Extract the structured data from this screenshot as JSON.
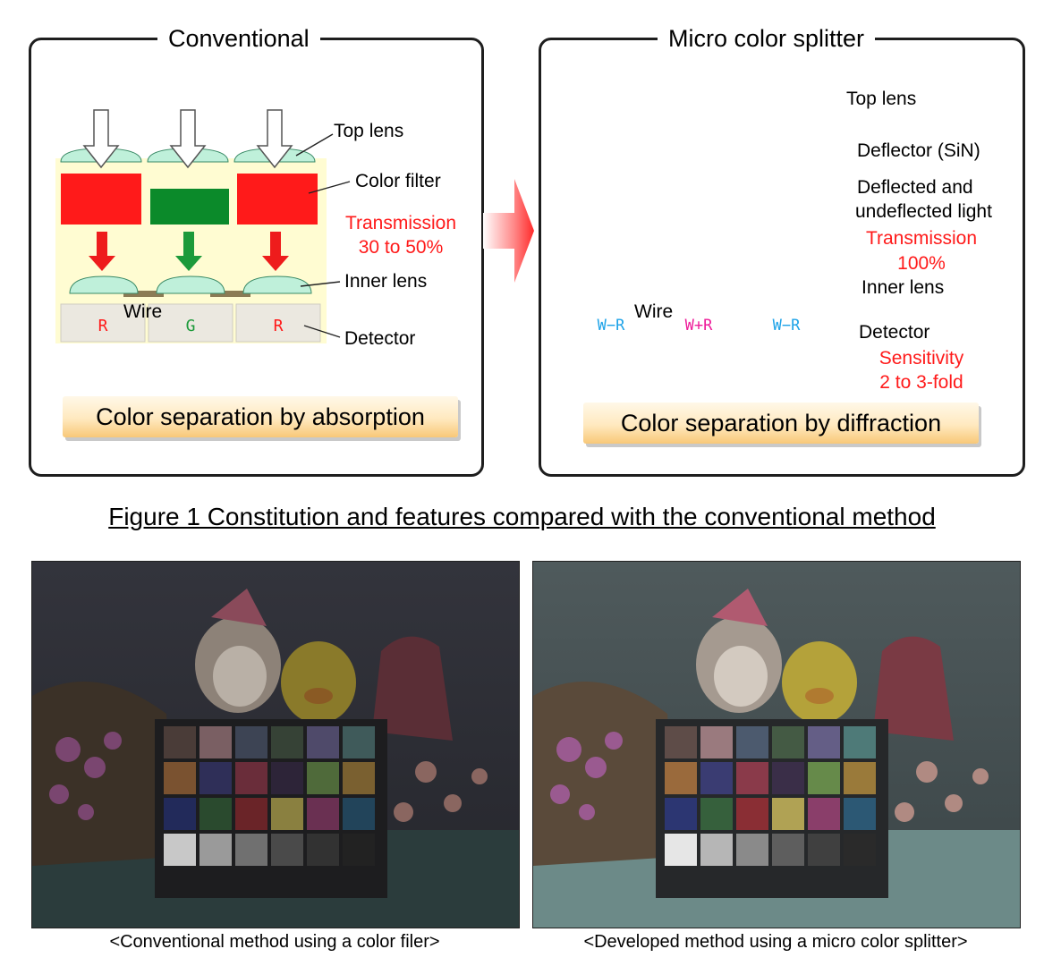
{
  "left_panel": {
    "title": "Conventional",
    "labels": {
      "top_lens": "Top lens",
      "color_filter": "Color filter",
      "transmission": "Transmission",
      "transmission_value": "30 to 50%",
      "inner_lens": "Inner lens",
      "wire": "Wire",
      "detector": "Detector"
    },
    "detector_letters": [
      "R",
      "G",
      "R"
    ],
    "banner": "Color separation by absorption"
  },
  "right_panel": {
    "title": "Micro color splitter",
    "labels": {
      "top_lens": "Top lens",
      "deflector": "Deflector (SiN)",
      "deflected_line1": "Deflected and",
      "deflected_line2": "undeflected light",
      "transmission": "Transmission",
      "transmission_value": "100%",
      "inner_lens": "Inner lens",
      "wire": "Wire",
      "detector": "Detector",
      "sensitivity": "Sensitivity",
      "sensitivity_value": "2 to 3-fold"
    },
    "detector_letters": [
      "W−R",
      "W+R",
      "W−R"
    ],
    "banner": "Color separation by diffraction"
  },
  "figure_title": "Figure 1 Constitution and features compared with the conventional method",
  "captions": {
    "left": "<Conventional method using a color filer>",
    "right": "<Developed method using a micro color splitter>"
  },
  "colors": {
    "chip_bg": "#fffcd2",
    "lens": "#bff0da",
    "red": "#ff1a1a",
    "green_filter": "#0b8a2a",
    "blue_arrow": "#1ea3e8",
    "deflector": "#b8dcee",
    "detector_bg": "#ebe8e0",
    "wire": "#8b7b55",
    "magenta": "#ee1c9a"
  }
}
